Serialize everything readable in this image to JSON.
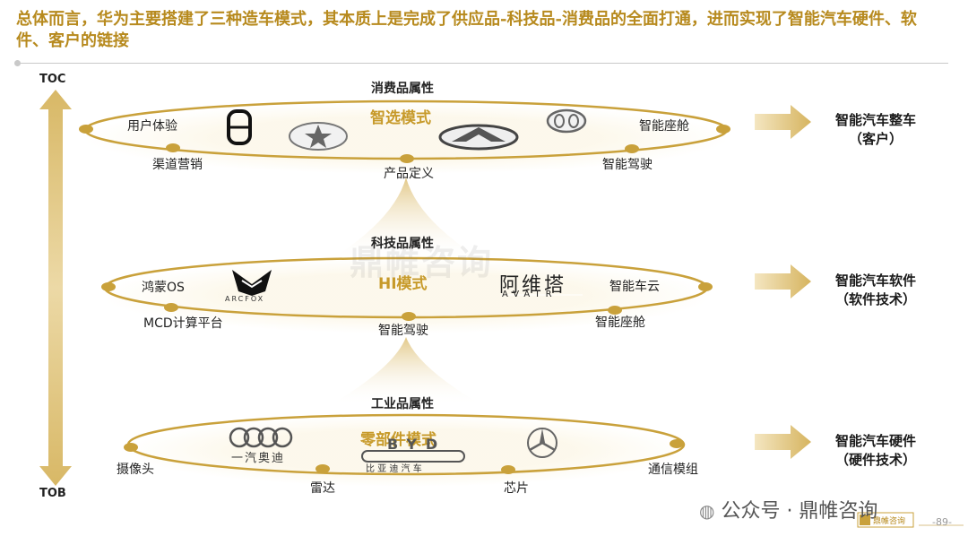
{
  "header": {
    "title": "总体而言，华为主要搭建了三种造车模式，其本质上是完成了供应品-科技品-消费品的全面打通，进而实现了智能汽车硬件、软件、客户的链接"
  },
  "axis": {
    "top": "TOC",
    "bottom": "TOB"
  },
  "watermark": "鼎帷咨询",
  "tiers": [
    {
      "attribute": "消费品属性",
      "mode": "智选模式",
      "labels": [
        "用户体验",
        "渠道营销",
        "产品定义",
        "智能驾驶",
        "智能座舱"
      ],
      "output": {
        "line1": "智能汽车整车",
        "line2": "（客户）"
      }
    },
    {
      "attribute": "科技品属性",
      "mode": "HI模式",
      "labels": [
        "鸿蒙OS",
        "MCD计算平台",
        "智能驾驶",
        "智能座舱",
        "智能车云"
      ],
      "brands": {
        "arcfox": "ARCFOX",
        "avatr_cn": "阿维塔",
        "avatr_en": "AVATR"
      },
      "output": {
        "line1": "智能汽车软件",
        "line2": "（软件技术）"
      }
    },
    {
      "attribute": "工业品属性",
      "mode": "零部件模式",
      "labels": [
        "摄像头",
        "雷达",
        "芯片",
        "通信模组"
      ],
      "brands": {
        "faw": "一汽奥迪",
        "byd_cn": "比 亚 迪 汽 车",
        "byd_en": "BYD"
      },
      "output": {
        "line1": "智能汽车硬件",
        "line2": "（硬件技术）"
      }
    }
  ],
  "footer": {
    "source": "公众号 · 鼎帷咨询",
    "page": "-89-",
    "badge": "鼎帷咨询"
  },
  "colors": {
    "gold": "#c9a13b",
    "accent_text": "#b78a1e",
    "arrow": "#dcc07a"
  }
}
